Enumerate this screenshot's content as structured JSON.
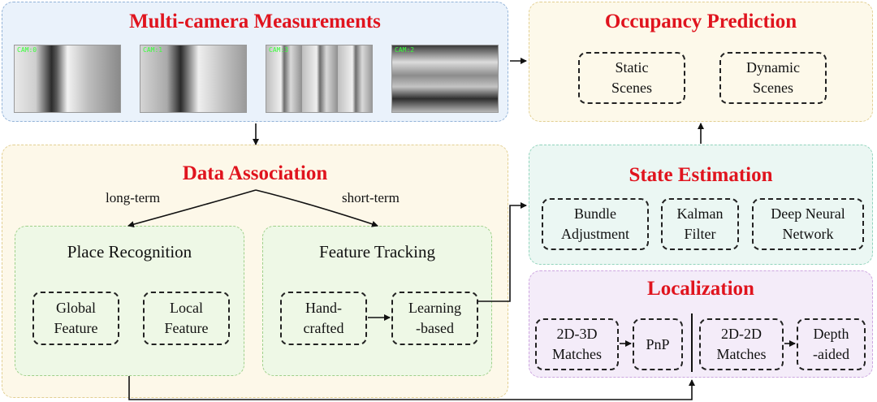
{
  "measurements": {
    "title": "Multi-camera Measurements",
    "cameras": [
      "CAM:0",
      "CAM:1",
      "CAM:3",
      "CAM:2"
    ]
  },
  "occupancy": {
    "title": "Occupancy Prediction",
    "items": [
      "Static\nScenes",
      "Dynamic\nScenes"
    ]
  },
  "association": {
    "title": "Data Association",
    "long_term": "long-term",
    "short_term": "short-term",
    "place_recognition": {
      "title": "Place Recognition",
      "items": [
        "Global\nFeature",
        "Local\nFeature"
      ]
    },
    "feature_tracking": {
      "title": "Feature Tracking",
      "items": [
        "Hand-\ncrafted",
        "Learning\n-based"
      ]
    }
  },
  "state_estimation": {
    "title": "State Estimation",
    "items": [
      "Bundle\nAdjustment",
      "Kalman\nFilter",
      "Deep Neural\nNetwork"
    ]
  },
  "localization": {
    "title": "Localization",
    "items": [
      "2D-3D\nMatches",
      "PnP",
      "2D-2D\nMatches",
      "Depth\n-aided"
    ]
  },
  "colors": {
    "title_red": "#e0141e",
    "measurements_bg": "#eaf2fb",
    "occupancy_bg": "#fdf9ea",
    "association_bg": "#fdf8e9",
    "place_bg": "#eef8e6",
    "state_bg": "#ebf7f3",
    "localization_bg": "#f4ecf9"
  }
}
